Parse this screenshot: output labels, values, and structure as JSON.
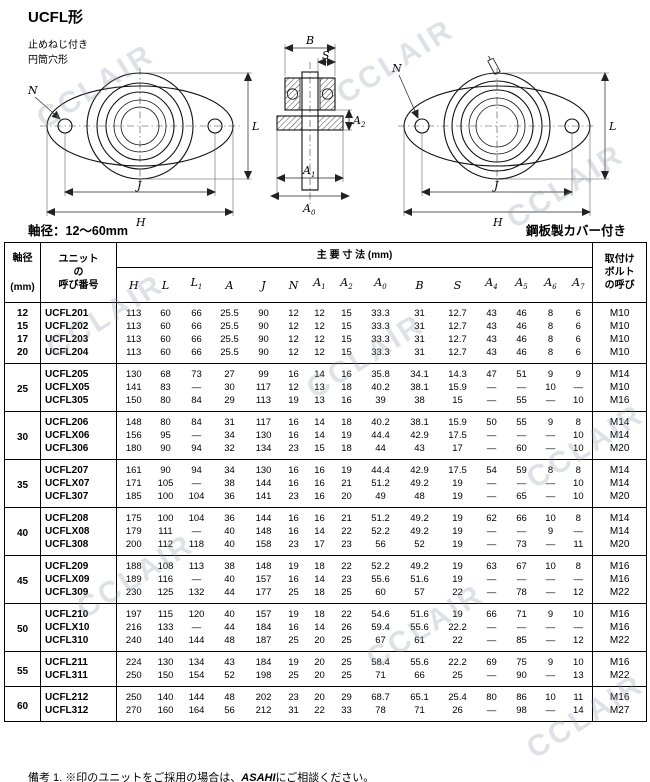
{
  "page": {
    "title": "UCFL形",
    "drawing_note_line1": "止めねじ付き",
    "drawing_note_line2": "円筒穴形",
    "shaft_range_label": "軸径：12～60mm",
    "cover_label": "鋼板製カバー付き",
    "footnote_pre": "備考 1. ※印のユニットをご採用の場合は、",
    "footnote_brand": "ASAHI",
    "footnote_post": "にご相談ください。",
    "watermark": "CCLAIR"
  },
  "drawings": {
    "labels": {
      "N": "N",
      "L": "L",
      "J": "J",
      "H": "H",
      "B": "B",
      "S": "S",
      "A0b": "A",
      "A0s": "0",
      "A1b": "A",
      "A1s": "1",
      "A2b": "A",
      "A2s": "2"
    }
  },
  "table": {
    "header": {
      "shaft_line1": "軸径",
      "shaft_line2": "(mm)",
      "unit_lines": [
        "ユニット",
        "の",
        "呼び番号"
      ],
      "dims_title": "主 要 寸 法 (mm)",
      "dim_cols": [
        "H",
        "L",
        "L1",
        "A",
        "J",
        "N",
        "A1",
        "A2",
        "A0",
        "B",
        "S",
        "A4",
        "A5",
        "A6",
        "A7"
      ],
      "bolt_lines": [
        "取付け",
        "ボルト",
        "の呼び"
      ]
    },
    "groups": [
      {
        "shafts": [
          "12",
          "15",
          "17",
          "20"
        ],
        "rows": [
          {
            "no": "UCFL201",
            "v": [
              "113",
              "60",
              "66",
              "25.5",
              "90",
              "12",
              "12",
              "15",
              "33.3",
              "31",
              "12.7",
              "43",
              "46",
              "8",
              "6"
            ],
            "bolt": "M10"
          },
          {
            "no": "UCFL202",
            "v": [
              "113",
              "60",
              "66",
              "25.5",
              "90",
              "12",
              "12",
              "15",
              "33.3",
              "31",
              "12.7",
              "43",
              "46",
              "8",
              "6"
            ],
            "bolt": "M10"
          },
          {
            "no": "UCFL203",
            "v": [
              "113",
              "60",
              "66",
              "25.5",
              "90",
              "12",
              "12",
              "15",
              "33.3",
              "31",
              "12.7",
              "43",
              "46",
              "8",
              "6"
            ],
            "bolt": "M10"
          },
          {
            "no": "UCFL204",
            "v": [
              "113",
              "60",
              "66",
              "25.5",
              "90",
              "12",
              "12",
              "15",
              "33.3",
              "31",
              "12.7",
              "43",
              "46",
              "8",
              "6"
            ],
            "bolt": "M10"
          }
        ]
      },
      {
        "shafts": [
          "25"
        ],
        "rows": [
          {
            "no": "UCFL205",
            "v": [
              "130",
              "68",
              "73",
              "27",
              "99",
              "16",
              "14",
              "16",
              "35.8",
              "34.1",
              "14.3",
              "47",
              "51",
              "9",
              "9"
            ],
            "bolt": "M14"
          },
          {
            "no": "UCFLX05",
            "v": [
              "141",
              "83",
              "—",
              "30",
              "117",
              "12",
              "13",
              "18",
              "40.2",
              "38.1",
              "15.9",
              "—",
              "—",
              "10",
              "—"
            ],
            "bolt": "M10"
          },
          {
            "no": "UCFL305",
            "v": [
              "150",
              "80",
              "84",
              "29",
              "113",
              "19",
              "13",
              "16",
              "39",
              "38",
              "15",
              "—",
              "55",
              "—",
              "10"
            ],
            "bolt": "M16"
          }
        ]
      },
      {
        "shafts": [
          "30"
        ],
        "rows": [
          {
            "no": "UCFL206",
            "v": [
              "148",
              "80",
              "84",
              "31",
              "117",
              "16",
              "14",
              "18",
              "40.2",
              "38.1",
              "15.9",
              "50",
              "55",
              "9",
              "8"
            ],
            "bolt": "M14"
          },
          {
            "no": "UCFLX06",
            "v": [
              "156",
              "95",
              "—",
              "34",
              "130",
              "16",
              "14",
              "19",
              "44.4",
              "42.9",
              "17.5",
              "—",
              "—",
              "—",
              "10"
            ],
            "bolt": "M14"
          },
          {
            "no": "UCFL306",
            "v": [
              "180",
              "90",
              "94",
              "32",
              "134",
              "23",
              "15",
              "18",
              "44",
              "43",
              "17",
              "—",
              "60",
              "—",
              "10"
            ],
            "bolt": "M20"
          }
        ]
      },
      {
        "shafts": [
          "35"
        ],
        "rows": [
          {
            "no": "UCFL207",
            "v": [
              "161",
              "90",
              "94",
              "34",
              "130",
              "16",
              "16",
              "19",
              "44.4",
              "42.9",
              "17.5",
              "54",
              "59",
              "8",
              "8"
            ],
            "bolt": "M14"
          },
          {
            "no": "UCFLX07",
            "v": [
              "171",
              "105",
              "—",
              "38",
              "144",
              "16",
              "16",
              "21",
              "51.2",
              "49.2",
              "19",
              "—",
              "—",
              "—",
              "10"
            ],
            "bolt": "M14"
          },
          {
            "no": "UCFL307",
            "v": [
              "185",
              "100",
              "104",
              "36",
              "141",
              "23",
              "16",
              "20",
              "49",
              "48",
              "19",
              "—",
              "65",
              "—",
              "10"
            ],
            "bolt": "M20"
          }
        ]
      },
      {
        "shafts": [
          "40"
        ],
        "rows": [
          {
            "no": "UCFL208",
            "v": [
              "175",
              "100",
              "104",
              "36",
              "144",
              "16",
              "16",
              "21",
              "51.2",
              "49.2",
              "19",
              "62",
              "66",
              "10",
              "8"
            ],
            "bolt": "M14"
          },
          {
            "no": "UCFLX08",
            "v": [
              "179",
              "111",
              "—",
              "40",
              "148",
              "16",
              "14",
              "22",
              "52.2",
              "49.2",
              "19",
              "—",
              "—",
              "9",
              "—"
            ],
            "bolt": "M14"
          },
          {
            "no": "UCFL308",
            "v": [
              "200",
              "112",
              "118",
              "40",
              "158",
              "23",
              "17",
              "23",
              "56",
              "52",
              "19",
              "—",
              "73",
              "—",
              "11"
            ],
            "bolt": "M20"
          }
        ]
      },
      {
        "shafts": [
          "45"
        ],
        "rows": [
          {
            "no": "UCFL209",
            "v": [
              "188",
              "108",
              "113",
              "38",
              "148",
              "19",
              "18",
              "22",
              "52.2",
              "49.2",
              "19",
              "63",
              "67",
              "10",
              "8"
            ],
            "bolt": "M16"
          },
          {
            "no": "UCFLX09",
            "v": [
              "189",
              "116",
              "—",
              "40",
              "157",
              "16",
              "14",
              "23",
              "55.6",
              "51.6",
              "19",
              "—",
              "—",
              "—",
              "—"
            ],
            "bolt": "M16"
          },
          {
            "no": "UCFL309",
            "v": [
              "230",
              "125",
              "132",
              "44",
              "177",
              "25",
              "18",
              "25",
              "60",
              "57",
              "22",
              "—",
              "78",
              "—",
              "12"
            ],
            "bolt": "M22"
          }
        ]
      },
      {
        "shafts": [
          "50"
        ],
        "rows": [
          {
            "no": "UCFL210",
            "v": [
              "197",
              "115",
              "120",
              "40",
              "157",
              "19",
              "18",
              "22",
              "54.6",
              "51.6",
              "19",
              "66",
              "71",
              "9",
              "10"
            ],
            "bolt": "M16"
          },
          {
            "no": "UCFLX10",
            "v": [
              "216",
              "133",
              "—",
              "44",
              "184",
              "16",
              "14",
              "26",
              "59.4",
              "55.6",
              "22.2",
              "—",
              "—",
              "—",
              "—"
            ],
            "bolt": "M16"
          },
          {
            "no": "UCFL310",
            "v": [
              "240",
              "140",
              "144",
              "48",
              "187",
              "25",
              "20",
              "25",
              "67",
              "61",
              "22",
              "—",
              "85",
              "—",
              "12"
            ],
            "bolt": "M22"
          }
        ]
      },
      {
        "shafts": [
          "55"
        ],
        "rows": [
          {
            "no": "UCFL211",
            "v": [
              "224",
              "130",
              "134",
              "43",
              "184",
              "19",
              "20",
              "25",
              "58.4",
              "55.6",
              "22.2",
              "69",
              "75",
              "9",
              "10"
            ],
            "bolt": "M16"
          },
          {
            "no": "UCFL311",
            "v": [
              "250",
              "150",
              "154",
              "52",
              "198",
              "25",
              "20",
              "25",
              "71",
              "66",
              "25",
              "—",
              "90",
              "—",
              "13"
            ],
            "bolt": "M22"
          }
        ]
      },
      {
        "shafts": [
          "60"
        ],
        "rows": [
          {
            "no": "UCFL212",
            "v": [
              "250",
              "140",
              "144",
              "48",
              "202",
              "23",
              "20",
              "29",
              "68.7",
              "65.1",
              "25.4",
              "80",
              "86",
              "10",
              "11"
            ],
            "bolt": "M16"
          },
          {
            "no": "UCFL312",
            "v": [
              "270",
              "160",
              "164",
              "56",
              "212",
              "31",
              "22",
              "33",
              "78",
              "71",
              "26",
              "—",
              "98",
              "—",
              "14"
            ],
            "bolt": "M27"
          }
        ]
      }
    ]
  }
}
